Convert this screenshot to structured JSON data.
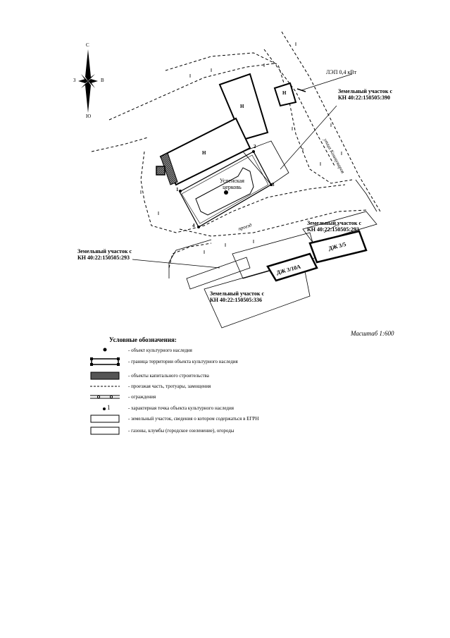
{
  "compass": {
    "north": "С",
    "south": "Ю",
    "west": "З",
    "east": "В"
  },
  "map_labels": {
    "power_line": "ЛЭП 0,4 кВт",
    "parcel_390": [
      "Земельный участок с",
      "КН 40:22:150505:390"
    ],
    "parcel_293_right": [
      "Земельный участок с",
      "КН 40:22:150505:293"
    ],
    "parcel_293_left": [
      "Земельный участок с",
      "КН 40:22:150505:293"
    ],
    "parcel_336": [
      "Земельный участок с",
      "КН 40:22:150505:336"
    ],
    "church": [
      "Успенская",
      "церковь"
    ],
    "street": "улица Коммунаров",
    "passage": "проезд",
    "residential_1": "ДЖ 3/10А",
    "residential_2": "ДЖ 3/5",
    "building_mark": "Н",
    "points": [
      "1",
      "2",
      "3",
      "4"
    ]
  },
  "scale": "Масштаб 1:600",
  "legend": {
    "title": "Условные обозначения:",
    "items": [
      "- объект культурного наследия",
      "- граница территории объекта культурного наследия",
      "- объекты капитального строительства",
      "- проезжая часть, тротуары, замощения",
      "- ограждения",
      "- характерная точка объекта культурного наследия",
      "- земельный участок, сведения о котором содержаться в ЕГРН",
      "- газоны, клумбы (городское озеленение), огороды"
    ],
    "point_symbol": "1"
  }
}
